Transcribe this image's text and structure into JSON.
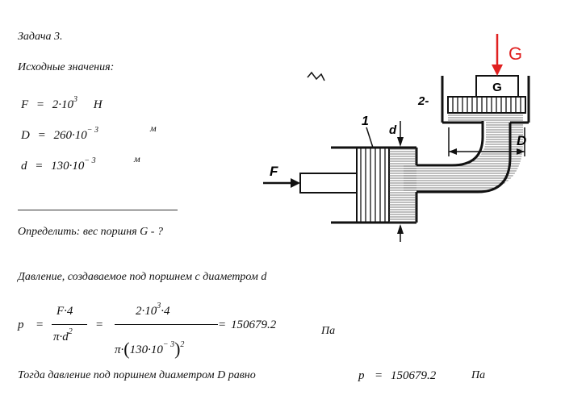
{
  "task_title": "Задача 3.",
  "given_heading": "Исходные значения:",
  "given": {
    "F": {
      "name": "F",
      "eq": "=",
      "coef": "2·10",
      "exp": "3",
      "unit": "Н"
    },
    "D": {
      "name": "D",
      "eq": "=",
      "coef": "260·10",
      "exp": "− 3",
      "unit": "м"
    },
    "d": {
      "name": "d",
      "eq": "=",
      "coef": "130·10",
      "exp": "− 3",
      "unit": "м"
    }
  },
  "question": "Определить: вес поршня G - ?",
  "pressure_heading": "Давление, создаваемое под поршнем с диаметром d",
  "formula": {
    "lhs": "p",
    "eq1": "=",
    "num1": "F·4",
    "den1_base": "π·d",
    "den1_exp": "2",
    "eq2": "=",
    "num2_coef": "2·10",
    "num2_exp": "3",
    "num2_tail": "·4",
    "den2_pi": "π·",
    "den2_inner": "130·10",
    "den2_inner_exp": "− 3",
    "den2_exp": "2",
    "eq3": "=",
    "result": "150679.2",
    "unit": "Па"
  },
  "conclusion": {
    "text": "Тогда давление под поршнем диаметром D равно",
    "var": "p",
    "eq": "=",
    "value": "150679.2",
    "unit": "Па"
  },
  "diagram": {
    "label_G": "G",
    "label_G_inner": "G",
    "label_F": "F",
    "label_D": "D",
    "label_d": "d",
    "label_1": "1",
    "label_2": "2-",
    "accent_color": "#e02020"
  }
}
